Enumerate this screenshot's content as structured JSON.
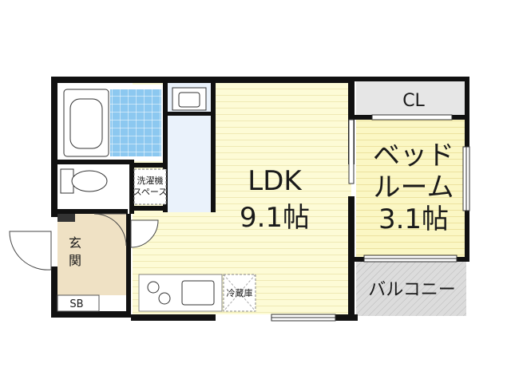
{
  "rooms": {
    "ldk": {
      "name": "LDK",
      "size": "9.1帖"
    },
    "bedroom": {
      "name_line1": "ベッド",
      "name_line2": "ルーム",
      "size": "3.1帖"
    },
    "closet": {
      "name": "CL"
    },
    "balcony": {
      "name": "バルコニー"
    },
    "laundry": {
      "line1": "洗濯機",
      "line2": "スペース"
    },
    "entrance": {
      "line1": "玄",
      "line2": "関"
    },
    "shoebox": {
      "name": "SB"
    },
    "fridge": {
      "name": "冷蔵庫"
    }
  },
  "colors": {
    "wall": "#111111",
    "ldk_floor": "#fdfbd6",
    "bedroom_floor": "#fbf7c4",
    "bath_tile": "#8cc8f0",
    "wet_area": "#eaf2fb",
    "entrance_floor": "#efe1c4",
    "closet_floor": "#e6e6e6",
    "balcony_floor": "#d8d8d8"
  }
}
